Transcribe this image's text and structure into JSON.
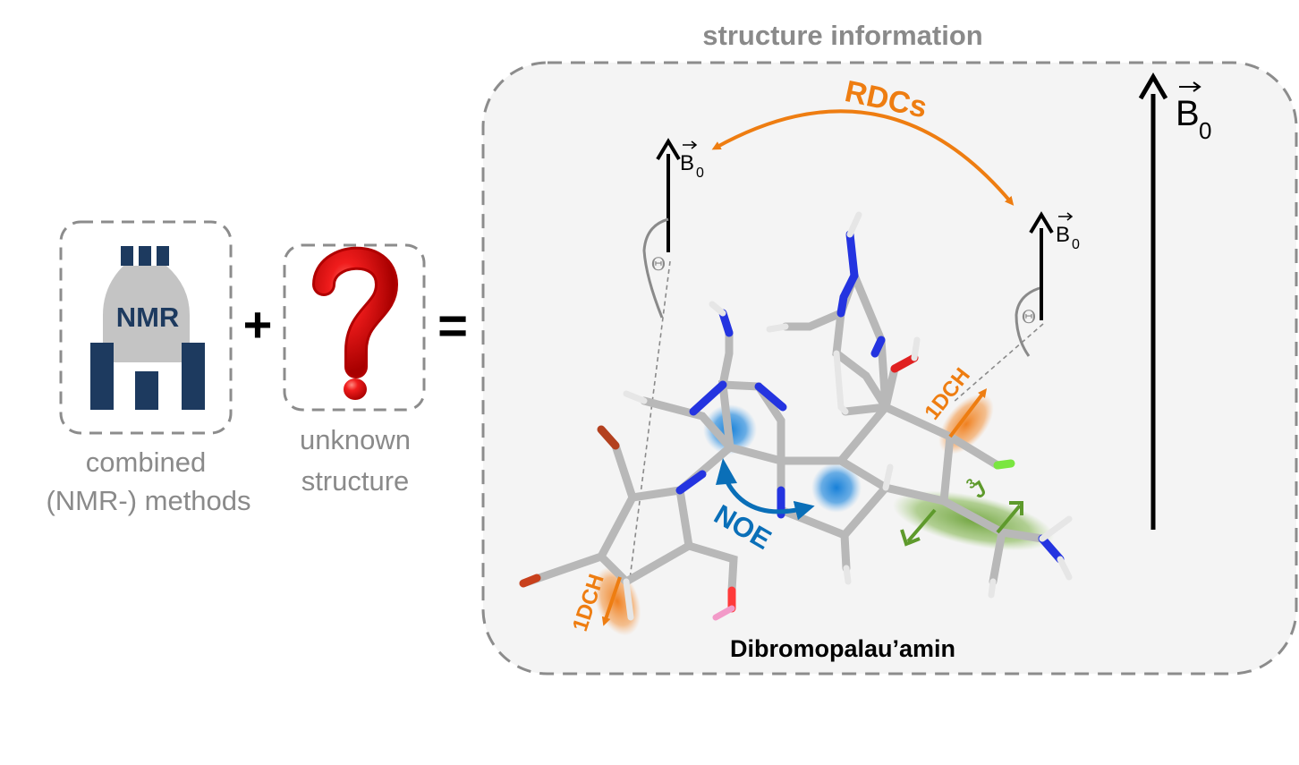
{
  "title": "structure information",
  "nmr_box": {
    "icon_label": "NMR",
    "caption_line1": "combined",
    "caption_line2": "(NMR-) methods"
  },
  "unknown_box": {
    "caption_line1": "unknown",
    "caption_line2": "structure"
  },
  "operators": {
    "plus": "+",
    "equals": "="
  },
  "labels": {
    "rdcs": "RDCs",
    "b0": "B",
    "b0_sub": "0",
    "theta": "Θ",
    "noe": "NOE",
    "dch_1": "1DCH",
    "dch_2": "1DCH",
    "j_sup": "3",
    "j": "J",
    "molecule_name": "Dibromopalau’amin"
  },
  "colors": {
    "orange": "#ee7d11",
    "blue": "#0a6fb8",
    "green": "#5e9a2c",
    "nmr_navy": "#1d3a5f",
    "nmr_grey": "#c4c4c4",
    "question_red": "#e01010",
    "box_border": "#8c8c8c",
    "panel_bg": "#f4f4f4"
  },
  "icons": [
    "nmr-spectrometer-icon",
    "question-mark-icon",
    "b0-field-arrow-icon",
    "theta-angle-icon"
  ]
}
